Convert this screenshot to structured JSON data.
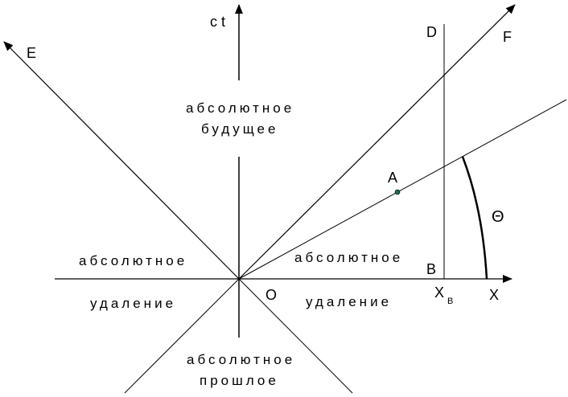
{
  "labels": {
    "ct": "c t",
    "e": "E",
    "f": "F",
    "d": "D",
    "a": "A",
    "b": "B",
    "o": "O",
    "x": "X",
    "xb_main": "X",
    "xb_sub": "B",
    "theta": "Θ"
  },
  "regions": {
    "future_line1": "абсолютное",
    "future_line2": "будущее",
    "left_line1": "абсолютное",
    "left_line2": "удаление",
    "right_line1": "абсолютное",
    "right_line2": "удаление",
    "past_line1": "абсолютное",
    "past_line2": "прошлое"
  },
  "colors": {
    "line": "#000000",
    "point_a": "#1f6b4f"
  }
}
